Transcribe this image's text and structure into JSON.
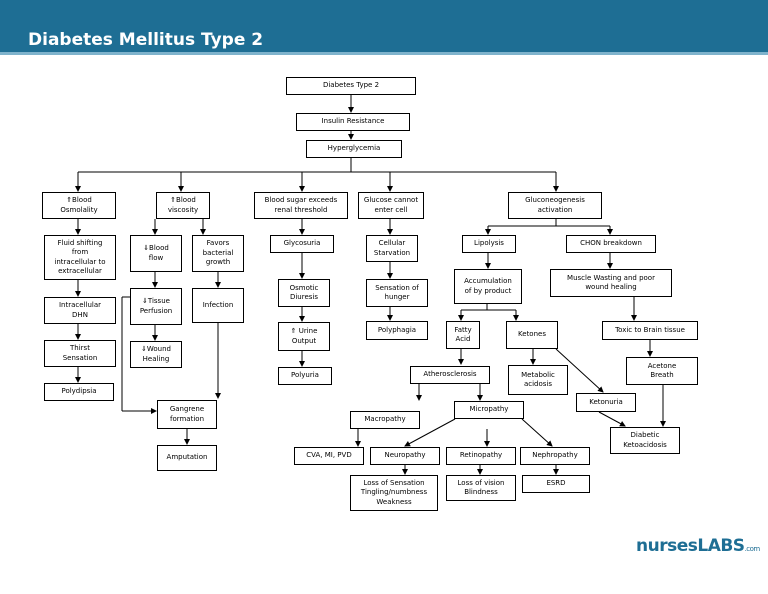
{
  "header": {
    "title": "Diabetes Mellitus Type 2",
    "bg_color": "#1e6e94"
  },
  "logo": {
    "part1": "nurses",
    "part2": "LABS",
    "part3": ".com"
  },
  "nodes": {
    "dm2": "Diabetes Type 2",
    "ins": "Insulin Resistance",
    "hyper": "Hyperglycemia",
    "osm": "⇑Blood\nOsmolality",
    "visc": "⇑Blood\nviscosity",
    "renal": "Blood sugar exceeds\nrenal threshold",
    "gluc_enter": "Glucose cannot\nenter cell",
    "gng": "Gluconeogenesis\nactivation",
    "fluid": "Fluid shifting\nfrom\nintracellular to\nextracellular",
    "flow": "⇓Blood\nflow",
    "bact": "Favors\nbacterial\ngrowth",
    "glycos": "Glycosuria",
    "starv": "Cellular\nStarvation",
    "lipo": "Lipolysis",
    "chon": "CHON breakdown",
    "idhn": "Intracellular\nDHN",
    "perf": "⇓Tissue\nPerfusion",
    "infect": "Infection",
    "osmdiur": "Osmotic\nDiuresis",
    "hunger": "Sensation of\nhunger",
    "accum": "Accumulation\nof by product",
    "muscle": "Muscle Wasting and poor\nwound healing",
    "thirst": "Thirst\nSensation",
    "wound": "⇓Wound\nHealing",
    "urine": "⇑ Urine\nOutput",
    "polyphagia": "Polyphagia",
    "fatty": "Fatty\nAcid",
    "ketones": "Ketones",
    "toxic": "Toxic to Brain tissue",
    "polydipsia": "Polydipsia",
    "polyuria": "Polyuria",
    "athero": "Atherosclerosis",
    "metab": "Metabolic\nacidosis",
    "acetone": "Acetone\nBreath",
    "gangrene": "Gangrene\nformation",
    "macro": "Macropathy",
    "micro": "Micropathy",
    "ketonuria": "Ketonuria",
    "dka": "Diabetic\nKetoacidosis",
    "amput": "Amputation",
    "cva": "CVA, MI, PVD",
    "neuro": "Neuropathy",
    "retino": "Retinopathy",
    "nephro": "Nephropathy",
    "loss_sens": "Loss of Sensation\nTingling/numbness\nWeakness",
    "loss_vis": "Loss of vision\nBlindness",
    "esrd": "ESRD"
  }
}
